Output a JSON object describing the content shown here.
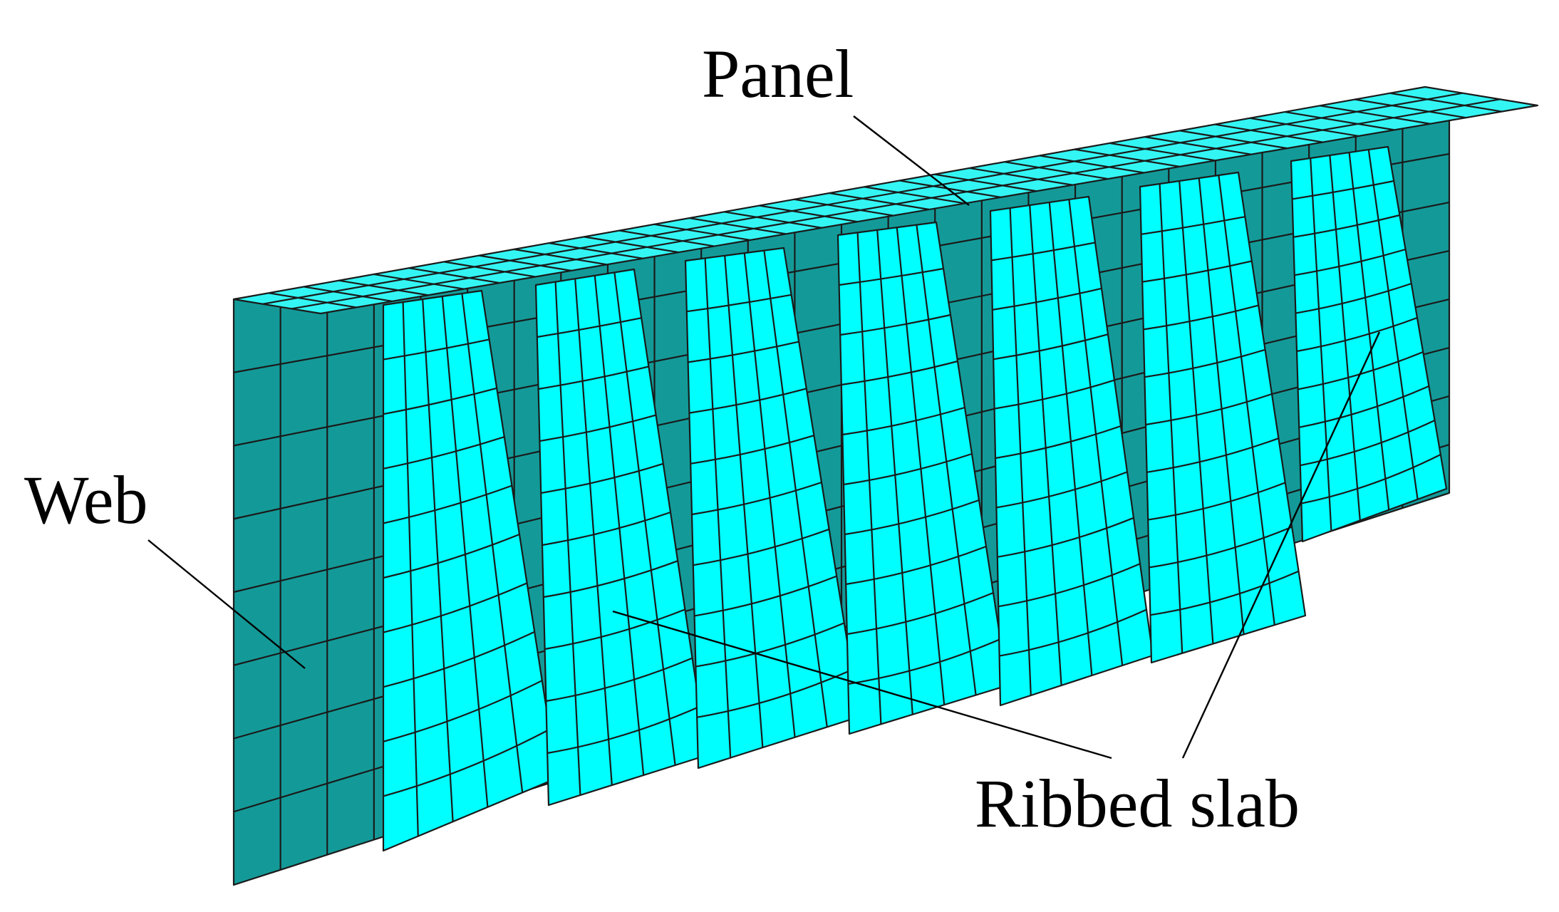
{
  "labels": {
    "panel": "Panel",
    "web": "Web",
    "ribbed_slab": "Ribbed slab"
  },
  "colors": {
    "web_fill": "#139a98",
    "slab_fill": "#00ffff",
    "panel_fill": "#33f6f4",
    "mesh_line": "#1a1a1a",
    "background": "#ffffff"
  }
}
